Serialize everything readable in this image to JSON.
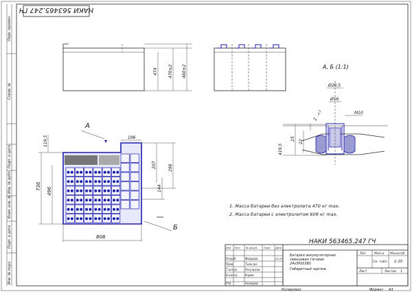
{
  "stamp_top": "НАКИ 563465.247 ГЧ",
  "side_labels": [
    "Перв. примен.",
    "Справ. №",
    "Подп. и дата",
    "Инв. № дубл.",
    "Взам. инв. №",
    "Подп. и дата",
    "Инв. № подл."
  ],
  "dims": {
    "h474": "474",
    "h4702": "470±2",
    "h4802": "480±2",
    "w808": "808",
    "h736": "736",
    "h496": "496",
    "h1195": "119,5",
    "w196": "196",
    "h207": "207",
    "h298": "298",
    "h144": "144",
    "d205": "Ø20,5",
    "d16": "Ø16",
    "m10": "M10",
    "v2": "2",
    "v2tol": "−0,2",
    "v25": "25",
    "v22": "22",
    "v4195": "419,5"
  },
  "section_title": "А, Б (1:1)",
  "label_a": "А",
  "label_b": "Б",
  "notes": [
    "1. Масса батареи без электролита 470 кг max.",
    "2. Масса батареи с электролитом 609 кг max."
  ],
  "title_block": {
    "designation": "НАКИ 563465.247 ГЧ",
    "name": [
      "Батарея аккумуляторная",
      "свинцовая тяговая",
      "24х5PzS380",
      "Габаритный чертеж"
    ],
    "lit_hdr": "Лит",
    "mass_hdr": "Масса",
    "scale_hdr": "Масштаб",
    "mass_val": "См. табл.",
    "scale_val": "1:10",
    "sheet": "Лист",
    "sheets": "Листов",
    "sheets_val": "1",
    "rev_headers": [
      "Изм",
      "Лист",
      "№ докум.",
      "Подп.",
      "Дата"
    ],
    "roles": [
      "Разраб",
      "Пров",
      "Т.контр",
      "Н.контр",
      "Утв"
    ],
    "names": [
      "Федоров",
      "Тыльчук",
      "Рогульков",
      "Карин",
      "Анжеров"
    ],
    "date1": "03.03"
  },
  "bottom": {
    "copied": "Копировал",
    "format": "Формат",
    "format_val": "A3"
  }
}
